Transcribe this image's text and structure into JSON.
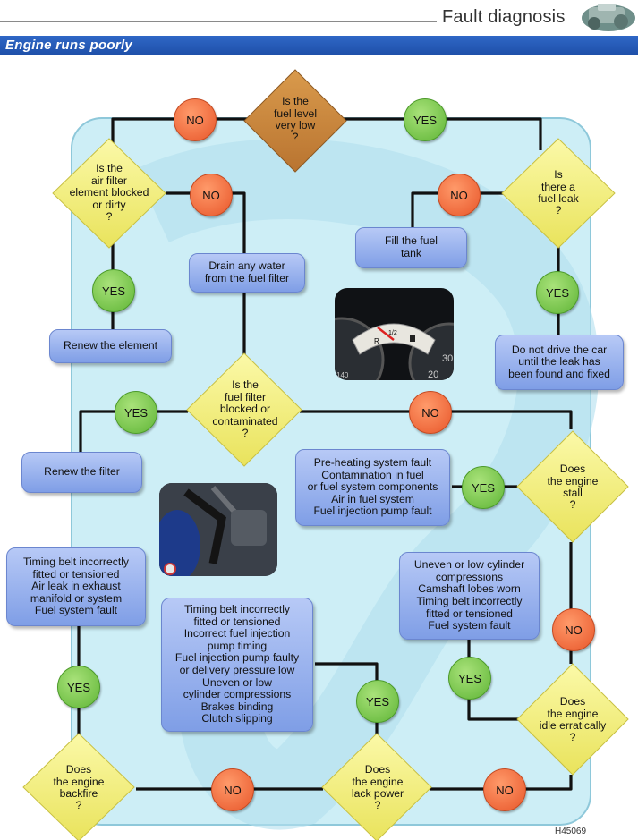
{
  "header": {
    "section_title": "Fault diagnosis",
    "banner_title": "Engine runs poorly",
    "figure_code": "H45069"
  },
  "colors": {
    "banner": "#2f67c6",
    "yes": "#62b83a",
    "no": "#e95b2c",
    "decision": "#f2ee7a",
    "start_decision": "#c98a3c",
    "action_box": "#9db4ef",
    "background_panel": "#c8ecf5"
  },
  "flowchart": {
    "decisions": {
      "fuel_level": "Is the\nfuel level\nvery low\n?",
      "air_filter": "Is the\nair filter\nelement blocked\nor dirty\n?",
      "fuel_leak": "Is\nthere a\nfuel leak\n?",
      "fuel_filter": "Is the\nfuel filter\nblocked or\ncontaminated\n?",
      "engine_stall": "Does\nthe engine\nstall\n?",
      "idle_erratically": "Does\nthe engine\nidle erratically\n?",
      "lack_power": "Does\nthe engine\nlack power\n?",
      "backfire": "Does\nthe engine\nbackfire\n?"
    },
    "actions": {
      "drain_water": "Drain any water\nfrom the fuel filter",
      "fill_tank": "Fill the fuel\ntank",
      "renew_element": "Renew the element",
      "do_not_drive": "Do not drive the car\nuntil the leak has\nbeen found and fixed",
      "renew_filter": "Renew the filter",
      "stall_causes": "Pre-heating system fault\nContamination in fuel\nor fuel system components\nAir in fuel system\nFuel injection pump fault",
      "backfire_causes": "Timing belt incorrectly\nfitted or tensioned\nAir leak in exhaust\nmanifold or system\nFuel system fault",
      "lack_power_causes": "Timing belt incorrectly\nfitted or tensioned\nIncorrect fuel injection\npump timing\nFuel injection pump faulty\nor delivery pressure low\nUneven or low\ncylinder compressions\nBrakes binding\nClutch slipping",
      "idle_causes": "Uneven or low cylinder\ncompressions\nCamshaft lobes worn\nTiming belt incorrectly\nfitted or tensioned\nFuel system fault"
    },
    "yes_label": "YES",
    "no_label": "NO",
    "gauge": {
      "r": "R",
      "half": "1/2",
      "left_number": "140",
      "right_number": "30",
      "bottom_number": "20"
    }
  }
}
